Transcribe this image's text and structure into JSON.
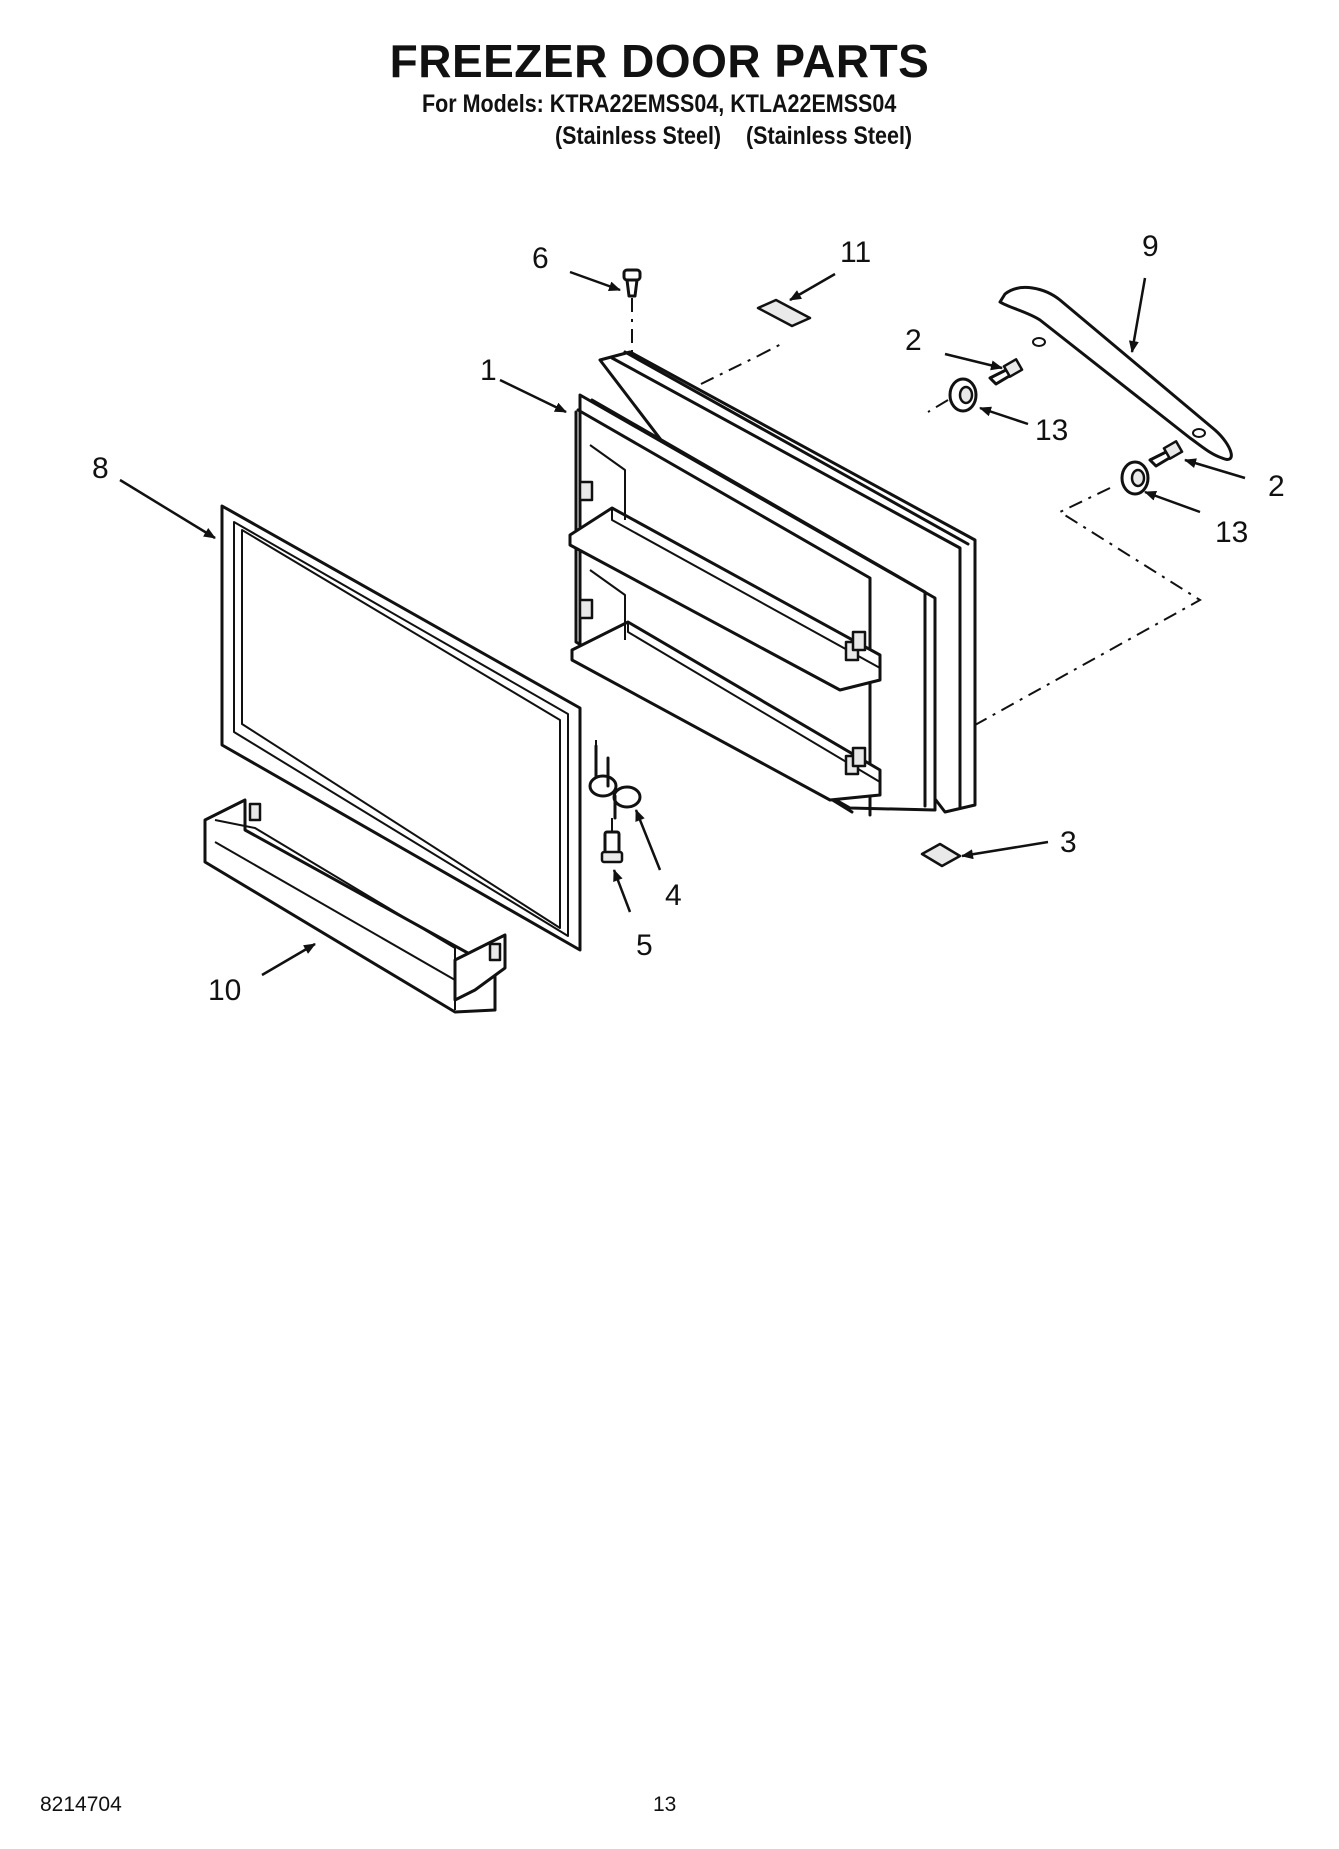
{
  "header": {
    "title": "FREEZER DOOR PARTS",
    "models_line": "For Models: KTRA22EMSS04, KTLA22EMSS04",
    "finish_1": "(Stainless Steel)",
    "finish_2": "(Stainless Steel)"
  },
  "callouts": {
    "c1": "1",
    "c2a": "2",
    "c2b": "2",
    "c3": "3",
    "c4": "4",
    "c5": "5",
    "c6": "6",
    "c8": "8",
    "c9": "9",
    "c10": "10",
    "c11": "11",
    "c13a": "13",
    "c13b": "13"
  },
  "footer": {
    "doc_number": "8214704",
    "page_number": "13"
  }
}
